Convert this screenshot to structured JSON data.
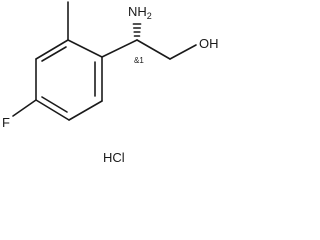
{
  "molecule": {
    "atoms": {
      "amine": "NH",
      "amine_subscript": "2",
      "hydroxyl": "OH",
      "fluorine": "F"
    },
    "stereo_descriptor": "&1",
    "salt": "HCl"
  }
}
